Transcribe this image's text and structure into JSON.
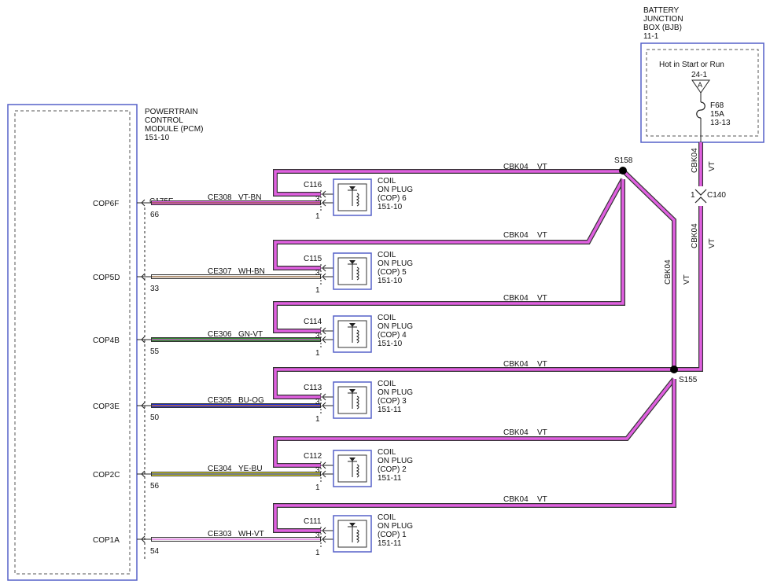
{
  "bjb": {
    "title_lines": [
      "BATTERY",
      "JUNCTION",
      "BOX (BJB)",
      "11-1"
    ],
    "hot_label": "Hot in Start or Run",
    "pin": "24-1",
    "pin_letter": "A",
    "fuse_lines": [
      "F68",
      "15A",
      "13-13"
    ]
  },
  "pcm": {
    "title_lines": [
      "POWERTRAIN",
      "CONTROL",
      "MODULE (PCM)",
      "151-10"
    ],
    "connector": "C175E"
  },
  "coils": [
    {
      "pcm_label": "COP6F",
      "pin": "66",
      "circuit": "CE308",
      "color": "VT-BN",
      "connector": "C116",
      "title_lines": [
        "COIL",
        "ON PLUG",
        "(COP) 6",
        "151-10"
      ],
      "wire_colors": [
        "#e060e0",
        "#8a5a2b"
      ]
    },
    {
      "pcm_label": "COP5D",
      "pin": "33",
      "circuit": "CE307",
      "color": "WH-BN",
      "connector": "C115",
      "title_lines": [
        "COIL",
        " ON PLUG",
        "(COP) 5",
        "151-10"
      ],
      "wire_colors": [
        "#f6f6f6",
        "#8a5a2b"
      ]
    },
    {
      "pcm_label": "COP4B",
      "pin": "55",
      "circuit": "CE306",
      "color": "GN-VT",
      "connector": "C114",
      "title_lines": [
        "COIL",
        " ON PLUG",
        "(COP) 4",
        "151-10"
      ],
      "wire_colors": [
        "#2a8a2a",
        "#e060e0"
      ]
    },
    {
      "pcm_label": "COP3E",
      "pin": "50",
      "circuit": "CE305",
      "color": "BU-OG",
      "connector": "C113",
      "title_lines": [
        "COIL",
        " ON PLUG",
        "(COP) 3",
        "151-11"
      ],
      "wire_colors": [
        "#1a2ecc",
        "#f08020"
      ]
    },
    {
      "pcm_label": "COP2C",
      "pin": "56",
      "circuit": "CE304",
      "color": "YE-BU",
      "connector": "C112",
      "title_lines": [
        "COIL",
        " ON PLUG",
        "(COP) 2",
        "151-11"
      ],
      "wire_colors": [
        "#e8e020",
        "#1a2ecc"
      ]
    },
    {
      "pcm_label": "COP1A",
      "pin": "54",
      "circuit": "CE303",
      "color": "WH-VT",
      "connector": "C111",
      "title_lines": [
        "COIL",
        " ON PLUG",
        "(COP) 1",
        "151-11"
      ],
      "wire_colors": [
        "#f6f6f6",
        "#e060e0"
      ]
    }
  ],
  "feed": {
    "circuit": "CBK04",
    "color": "VT",
    "color_hex": "#e060e0"
  },
  "splices": {
    "s158": "S158",
    "s155": "S155"
  },
  "inline_connector": {
    "label": "C140",
    "pin": "1"
  },
  "coil_pins": {
    "top": "3",
    "bottom": "1"
  }
}
